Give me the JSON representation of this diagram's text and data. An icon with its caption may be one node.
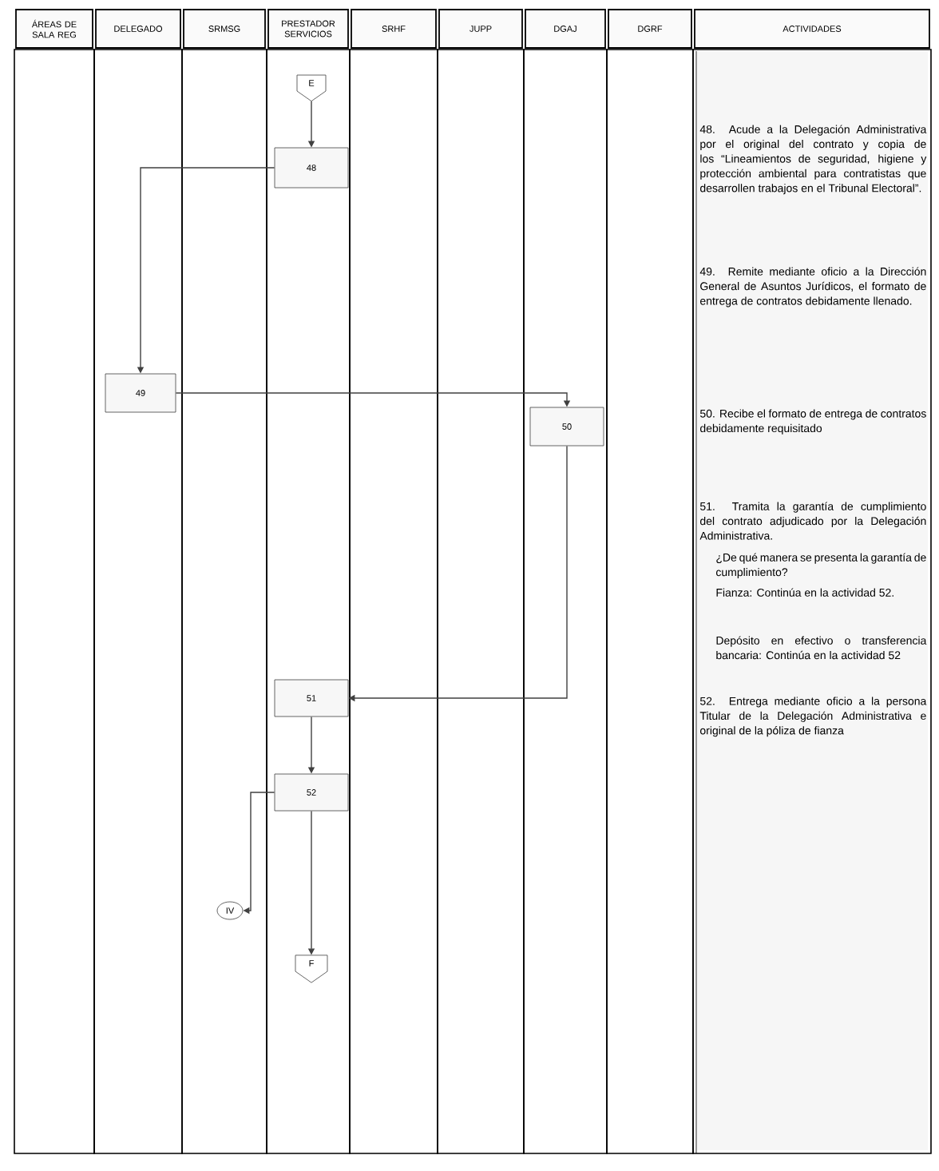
{
  "diagram": {
    "nodes": [
      {
        "text": [
          "E"
        ]
      },
      {
        "text": [
          "48"
        ]
      },
      {
        "text": [
          "49"
        ]
      },
      {
        "text": [
          "50"
        ]
      },
      {
        "text": [
          "51"
        ]
      },
      {
        "text": [
          "52"
        ]
      },
      {
        "text": [
          "IV"
        ]
      },
      {
        "text": [
          "F"
        ]
      }
    ],
    "edges": [
      {
        "from": 0,
        "to": 1,
        "arrow": "to"
      },
      {
        "from": 1,
        "to": 2,
        "arrow": "to"
      },
      {
        "from": 2,
        "to": 3,
        "arrow": "to"
      },
      {
        "from": 3,
        "to": 4,
        "arrow": "to"
      },
      {
        "from": 4,
        "to": 5,
        "arrow": "to"
      },
      {
        "from": 5,
        "to": 6,
        "arrow": "to"
      },
      {
        "from": 5,
        "to": 7,
        "arrow": "to"
      }
    ],
    "labels": [
      "ÁREAS DE SALA REG",
      "DELEGADO",
      "SRMSG",
      "PRESTADOR SERVICIOS",
      "SRHF",
      "JUPP",
      "DGAJ",
      "DGRF",
      "ACTIVIDADES",
      "48. Acude a la Delegación Administrativa por el original del contrato y copia de los “Lineamientos de seguridad, higiene y protección ambiental para contratistas que desarrollen trabajos en el Tribunal Electoral”.",
      "49. Remite mediante oficio a la Dirección General de Asuntos Jurídicos, el formato de entrega de contratos debidamente llenado.",
      "50. Recibe el formato de entrega de contratos debidamente requisitado",
      "51. Tramita la garantía de cumplimiento del contrato adjudicado por la Delegación Administrativa.",
      "¿De qué manera se presenta la garantía de cumplimiento?",
      "Fianza: Continúa en la actividad 52.",
      "Depósito en efectivo o transferencia bancaria: Continúa en la actividad 52",
      "52. Entrega mediante oficio a la persona Titular de la Delegación Administrativa e original de la póliza de fianza"
    ]
  }
}
